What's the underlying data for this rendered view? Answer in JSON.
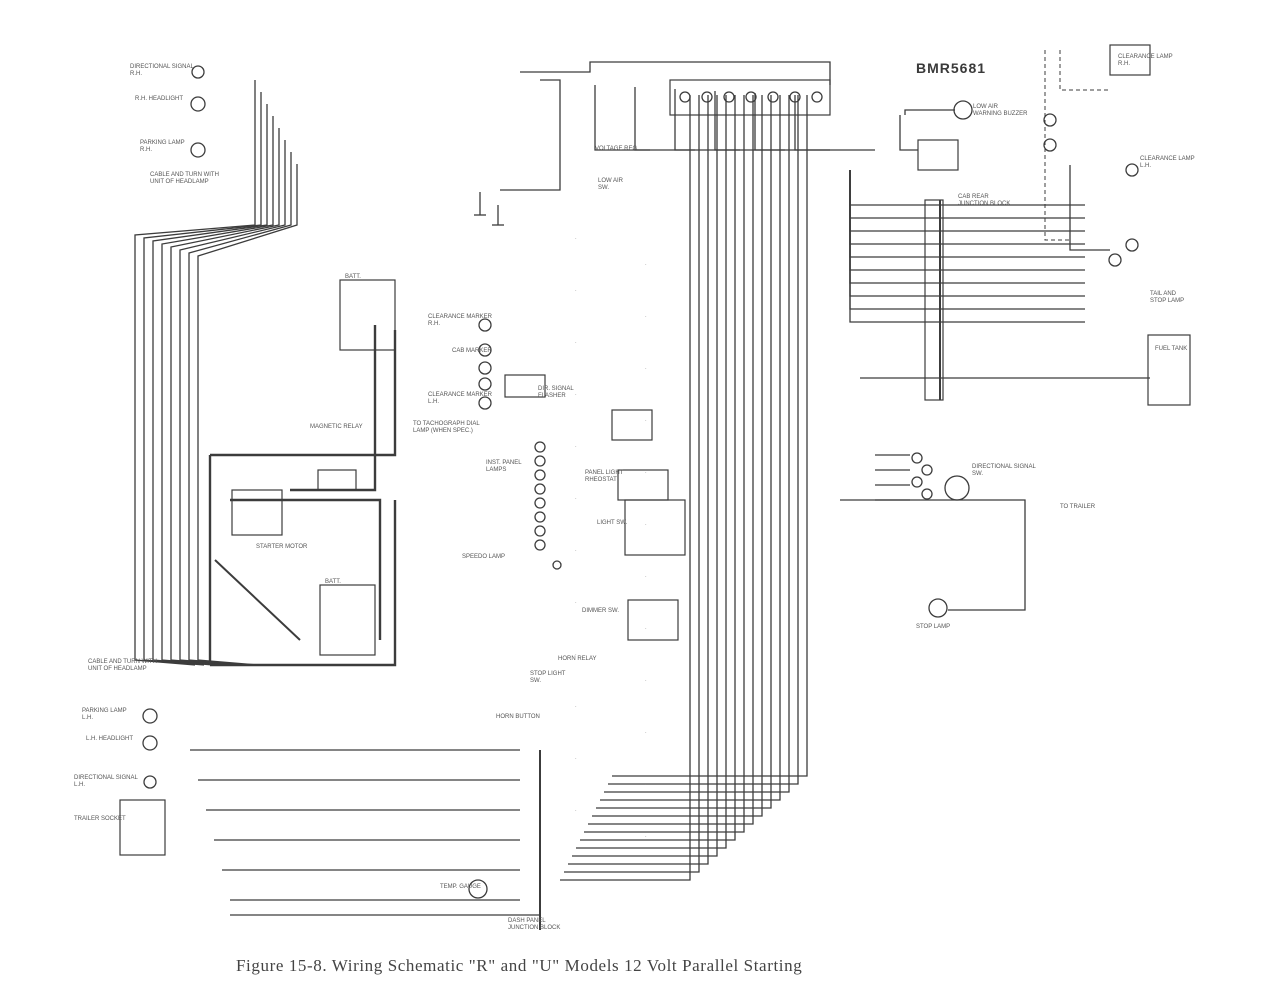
{
  "drawing_number": "BMR5681",
  "caption": "Figure 15-8.    Wiring Schematic \"R\" and \"U\" Models 12 Volt Parallel Starting",
  "colors": {
    "ink": "#3c3c3c",
    "paper": "#ffffff",
    "heavy": "#222222"
  },
  "labels": {
    "directional_signal_rh": "DIRECTIONAL SIGNAL R.H.",
    "headlight_rh": "R.H. HEADLIGHT",
    "parking_lamp_rh": "PARKING LAMP R.H.",
    "cable_and_turn_rh": "CABLE AND TURN WITH UNIT OF HEADLAMP",
    "batt_1": "BATT.",
    "batt_2": "BATT.",
    "magnetic_relay": "MAGNETIC RELAY",
    "starter_motor": "STARTER MOTOR",
    "cable_and_turn_lh": "CABLE AND TURN WITH UNIT OF HEADLAMP",
    "parking_lamp_lh": "PARKING LAMP L.H.",
    "headlight_lh": "L.H. HEADLIGHT",
    "directional_signal_lh": "DIRECTIONAL SIGNAL L.H.",
    "trailer_socket": "TRAILER SOCKET",
    "voltage_reg": "VOLTAGE REG.",
    "low_air": "LOW AIR SW.",
    "clearance_rh": "CLEARANCE MARKER R.H.",
    "cab_marker": "CAB MARKER",
    "clearance_lh": "CLEARANCE MARKER L.H.",
    "dir_signal_flasher": "DIR. SIGNAL FLASHER",
    "to_tach_lamps": "TO TACHOGRAPH DIAL LAMP (WHEN SPEC.)",
    "inst_panel_lamps": "INST. PANEL LAMPS",
    "panel_light_rheostat": "PANEL LIGHT RHEOSTAT",
    "light_switch": "LIGHT SW.",
    "dimmer_switch": "DIMMER SW.",
    "stop_light_switch": "STOP LIGHT SW.",
    "horn_button": "HORN BUTTON",
    "horn_relay": "HORN RELAY",
    "speedometer_lamp": "SPEEDO LAMP",
    "dash_panel_block": "DASH PANEL JUNCTION BLOCK",
    "temp_gauge": "TEMP. GAUGE",
    "low_air_buzzer": "LOW AIR WARNING BUZZER",
    "cab_rear_block": "CAB REAR JUNCTION BLOCK",
    "stop_lamp": "STOP LAMP",
    "directional_signal_sw": "DIRECTIONAL SIGNAL SW.",
    "fuel_tank": "FUEL TANK",
    "clearance_lamp_rh": "CLEARANCE LAMP R.H.",
    "clearance_lamp_lh": "CLEARANCE LAMP L.H.",
    "tail_stop_lamp": "TAIL AND STOP LAMP",
    "trailer_cable": "TO TRAILER"
  }
}
